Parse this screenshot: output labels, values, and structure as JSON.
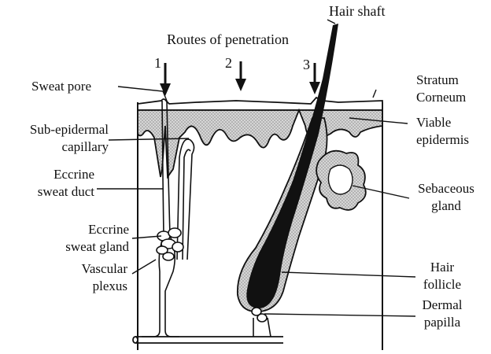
{
  "labels": {
    "hair_shaft": "Hair shaft",
    "routes": "Routes of penetration",
    "route_1": "1",
    "route_2": "2",
    "route_3": "3",
    "sweat_pore": "Sweat pore",
    "stratum_1": "Stratum",
    "stratum_2": "Corneum",
    "viable_1": "Viable",
    "viable_2": "epidermis",
    "subepi_1": "Sub-epidermal",
    "subepi_2": "capillary",
    "duct_1": "Eccrine",
    "duct_2": "sweat duct",
    "gland_1": "Eccrine",
    "gland_2": "sweat gland",
    "vascular_1": "Vascular",
    "vascular_2": "plexus",
    "sebaceous_1": "Sebaceous",
    "sebaceous_2": "gland",
    "follicle_1": "Hair",
    "follicle_2": "follicle",
    "papilla_1": "Dermal",
    "papilla_2": "papilla"
  },
  "colors": {
    "ink": "#111111",
    "epidermis_fill": "#bdbdbd",
    "background": "#ffffff"
  }
}
